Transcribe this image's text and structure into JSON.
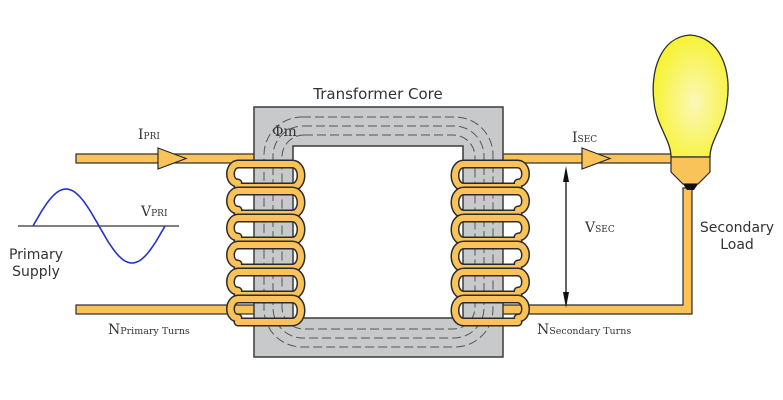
{
  "title": "Transformer Core",
  "flux_label": "Φm",
  "primary": {
    "current_main": "I",
    "current_sub": "PRI",
    "voltage_main": "V",
    "voltage_sub": "PRI",
    "supply_line1": "Primary",
    "supply_line2": "Supply",
    "turns_main": "N",
    "turns_sub": "Primary Turns",
    "coil_turns": 6
  },
  "secondary": {
    "current_main": "I",
    "current_sub": "SEC",
    "voltage_main": "V",
    "voltage_sub": "SEC",
    "load_line1": "Secondary",
    "load_line2": "Load",
    "turns_main": "N",
    "turns_sub": "Secondary Turns",
    "coil_turns": 6
  },
  "colors": {
    "wire": "#f9c35a",
    "wire_outline": "#2b2b2b",
    "core": "#c8c9cb",
    "core_outline": "#3a3a3a",
    "flux_lines": "#555555",
    "sine": "#2433c9",
    "bulb_glass": "#f7f22a",
    "bulb_base": "#f9c35a"
  }
}
